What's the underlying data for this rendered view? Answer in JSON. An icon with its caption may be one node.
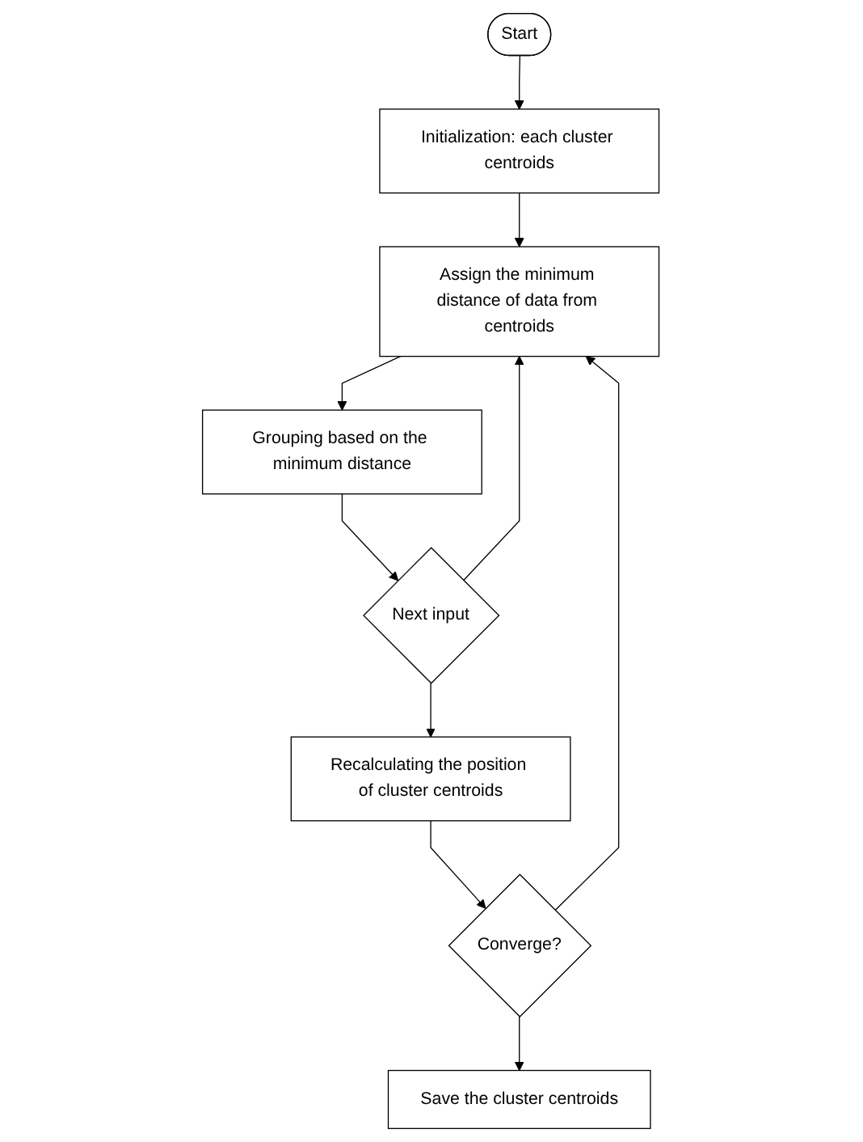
{
  "diagram": {
    "nodes": [
      {
        "text": [
          "Start"
        ]
      },
      {
        "text": [
          "Initialization: each cluster centroids"
        ]
      },
      {
        "text": [
          "Assign the minimum distance of data from centroids"
        ]
      },
      {
        "text": [
          "Grouping based on the minimum distance"
        ]
      },
      {
        "text": [
          "Next input"
        ]
      },
      {
        "text": [
          "Recalculating the position of cluster centroids"
        ]
      },
      {
        "text": [
          "Converge?"
        ]
      },
      {
        "text": [
          "Save the cluster centroids"
        ]
      }
    ],
    "edges": [
      {
        "from": 0,
        "to": 1,
        "arrow": "to"
      },
      {
        "from": 1,
        "to": 2,
        "arrow": "to"
      },
      {
        "from": 2,
        "to": 3,
        "arrow": "to"
      },
      {
        "from": 3,
        "to": 4,
        "arrow": "to"
      },
      {
        "from": 4,
        "to": 2,
        "arrow": "to"
      },
      {
        "from": 4,
        "to": 5,
        "arrow": "to"
      },
      {
        "from": 5,
        "to": 6,
        "arrow": "to"
      },
      {
        "from": 6,
        "to": 2,
        "arrow": "to"
      },
      {
        "from": 6,
        "to": 7,
        "arrow": "to"
      }
    ]
  }
}
